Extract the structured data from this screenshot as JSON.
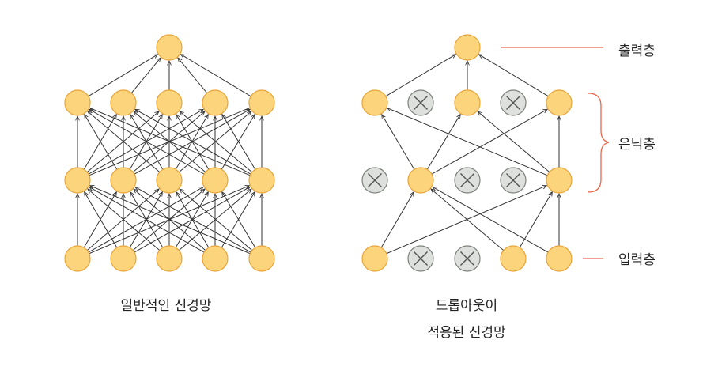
{
  "captions": {
    "standard": "일반적인 신경망",
    "dropout_line1": "드롭아웃이",
    "dropout_line2": "적용된 신경망"
  },
  "layer_labels": {
    "output": "출력층",
    "hidden": "은닉층",
    "input": "입력층"
  },
  "networks": {
    "standard": {
      "layers": [
        {
          "name": "input",
          "dropped": [
            false,
            false,
            false,
            false,
            false
          ]
        },
        {
          "name": "hidden1",
          "dropped": [
            false,
            false,
            false,
            false,
            false
          ]
        },
        {
          "name": "hidden2",
          "dropped": [
            false,
            false,
            false,
            false,
            false
          ]
        },
        {
          "name": "output",
          "dropped": [
            false
          ]
        }
      ]
    },
    "dropout": {
      "layers": [
        {
          "name": "input",
          "dropped": [
            false,
            true,
            true,
            false,
            false
          ]
        },
        {
          "name": "hidden1",
          "dropped": [
            true,
            false,
            true,
            true,
            false
          ]
        },
        {
          "name": "hidden2",
          "dropped": [
            false,
            true,
            false,
            true,
            false
          ]
        },
        {
          "name": "output",
          "dropped": [
            false
          ]
        }
      ]
    }
  },
  "colors": {
    "active_node": "#fbd47b",
    "active_stroke": "#e8a53a",
    "dropped_node": "#dde0dc",
    "dropped_stroke": "#7d817c",
    "edge": "#333333",
    "label_line": "#e8674a"
  }
}
